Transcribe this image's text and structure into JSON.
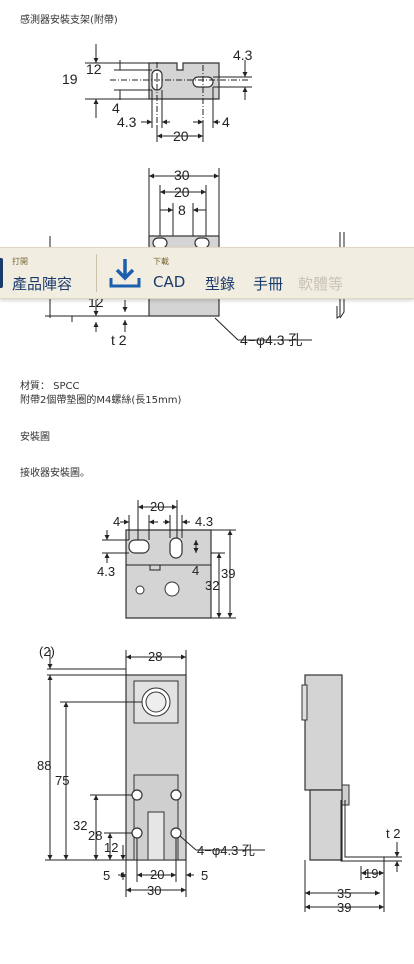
{
  "captions": {
    "bracket_title": "感測器安裝支架(附帶)",
    "material": "材質： SPCC",
    "screws_note": "附帶2個帶墊圈的M4螺絲(長15mm)",
    "mount_title": "安裝圖",
    "receiver_title": "接收器安裝圖。"
  },
  "toolbar": {
    "print_label": "打開",
    "print_link": "產品陣容",
    "download_label": "下載",
    "cad_link": "CAD",
    "catalog_link": "型錄",
    "manual_link": "手冊",
    "software_link": "軟體等",
    "download_icon": "download-icon"
  },
  "bracket_top_dims": {
    "d_4_3_right": "4.3",
    "d_12": "12",
    "d_19": "19",
    "d_4": "4",
    "d_4_3_left": "4.3",
    "d_20": "20",
    "d_4_bottom": "4"
  },
  "bracket_front_dims": {
    "d_30": "30",
    "d_20": "20",
    "d_8": "8",
    "d_12": "12",
    "d_t2": "t 2",
    "hole_note": "4−φ4.3 孔"
  },
  "receiver_top_dims": {
    "d_20": "20",
    "d_4_left": "4",
    "d_4_3_right": "4.3",
    "d_4_3_left": "4.3",
    "d_4_right": "4",
    "d_39": "39",
    "d_32": "32"
  },
  "receiver_front_dims": {
    "d_2": "(2)",
    "d_28": "28",
    "d_88": "88",
    "d_75": "75",
    "d_32": "32",
    "d_28b": "28",
    "d_12": "12",
    "d_5_left": "5",
    "d_20": "20",
    "d_5_right": "5",
    "d_30": "30",
    "hole_note": "4−φ4.3 孔"
  },
  "receiver_side_dims": {
    "d_t2": "t 2",
    "d_19": "19",
    "d_35": "35",
    "d_39": "39"
  }
}
